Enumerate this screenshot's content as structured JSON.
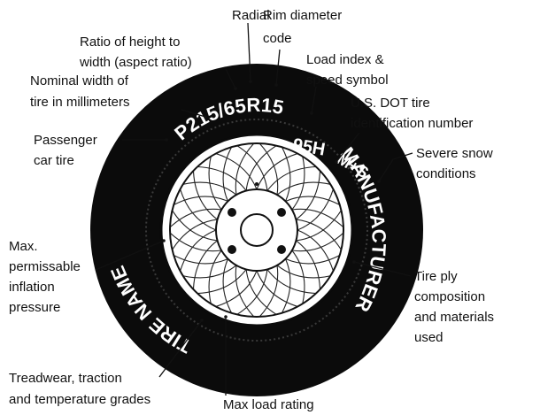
{
  "tire": {
    "size_code": "P215/65R15",
    "load_speed": "95H",
    "snow_mark": "M+S",
    "name_text": "TIRE NAME",
    "maker_text": "MANUFACTURER"
  },
  "labels": {
    "radial": "Radial",
    "rim_line1": "Rim diameter",
    "rim_line2": "code",
    "ratio_line1": "Ratio of height to",
    "ratio_line2": "width (aspect ratio)",
    "load_line1": "Load index &",
    "load_line2": "speed symbol",
    "nominal_line1": "Nominal width of",
    "nominal_line2": "tire in millimeters",
    "dot_line1": "U.S. DOT tire",
    "dot_line2": "identification number",
    "passenger_line1": "Passenger",
    "passenger_line2": "car tire",
    "snow_line1": "Severe snow",
    "snow_line2": "conditions",
    "infl_line1": "Max.",
    "infl_line2": "permissable",
    "infl_line3": "inflation",
    "infl_line4": "pressure",
    "ply_line1": "Tire ply",
    "ply_line2": "composition",
    "ply_line3": "and materials",
    "ply_line4": "used",
    "tread_line1": "Treadwear, traction",
    "tread_line2": "and temperature grades",
    "maxload": "Max load rating"
  },
  "colors": {
    "tire": "#0b0b0b",
    "rim": "#ffffff",
    "ink": "#111111"
  }
}
